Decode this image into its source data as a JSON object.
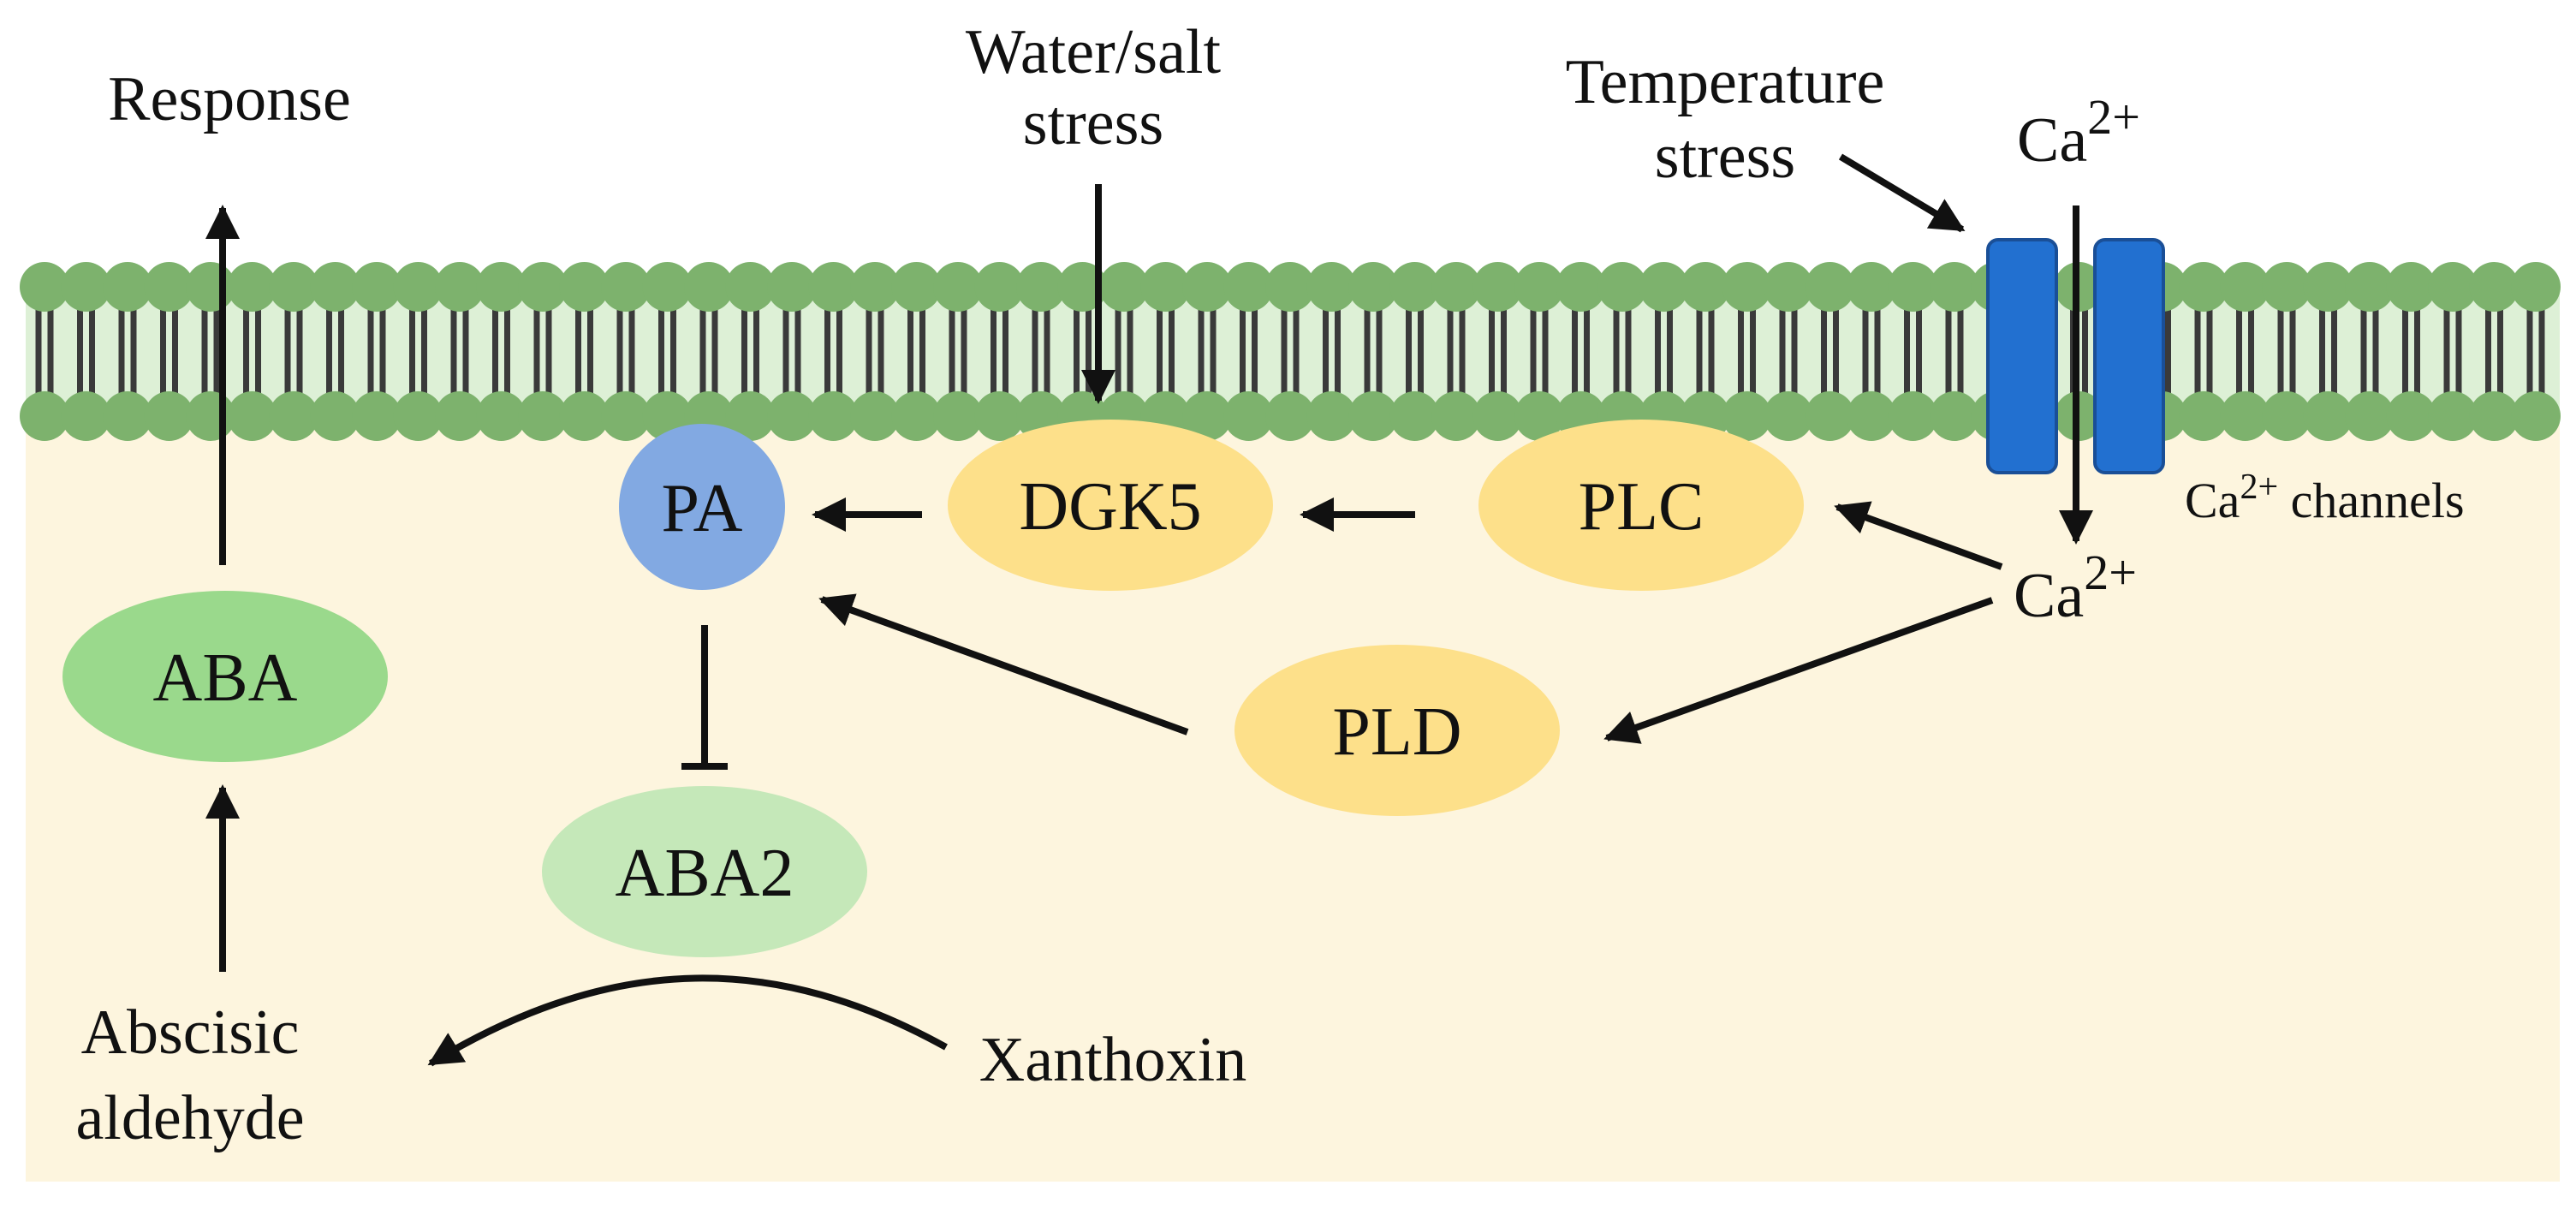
{
  "labels": {
    "response": "Response",
    "water_salt_line1": "Water/salt",
    "water_salt_line2": "stress",
    "temperature_line1": "Temperature",
    "temperature_line2": "stress",
    "ca_top": "Ca",
    "ca_top_sup": "2+",
    "ca_mid": "Ca",
    "ca_mid_sup": "2+",
    "ca_channels_base": "Ca",
    "ca_channels_sup": "2+",
    "ca_channels_rest": " channels",
    "abscisic_line1": "Abscisic",
    "abscisic_line2": "aldehyde",
    "xanthoxin": "Xanthoxin"
  },
  "nodes": {
    "pa": "PA",
    "dgk5": "DGK5",
    "plc": "PLC",
    "pld": "PLD",
    "aba": "ABA",
    "aba2": "ABA2"
  },
  "colors": {
    "cytoplasm": "#fdf5de",
    "membrane_head": "#7db26d",
    "membrane_core": "#ddf0d6",
    "lipid_tail": "#3a3a3a",
    "channel": "#2270d0",
    "channel_stroke": "#1a4f97",
    "pa_fill": "#82a9e2",
    "yellow_node": "#fde08a",
    "aba_fill": "#9ad98c",
    "aba2_fill": "#c5e8b9",
    "arrow": "#111111"
  }
}
